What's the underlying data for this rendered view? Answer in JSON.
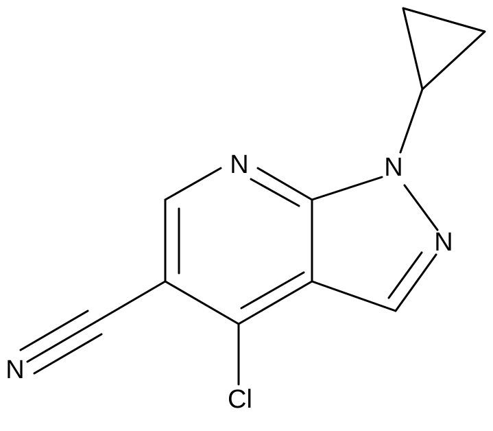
{
  "molecule": {
    "atoms": {
      "n_pyridine": "N",
      "n1_pyrazole": "N",
      "n2_pyrazole": "N",
      "n_nitrile": "N",
      "cl": "Cl"
    }
  }
}
